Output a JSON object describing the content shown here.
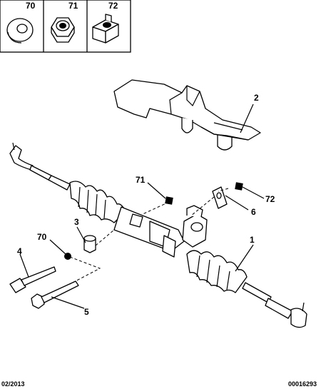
{
  "legend": {
    "items": [
      {
        "ref": "70",
        "icon": "washer-icon"
      },
      {
        "ref": "71",
        "icon": "hex-nut-icon"
      },
      {
        "ref": "72",
        "icon": "square-nut-icon"
      }
    ]
  },
  "callouts": {
    "c1": "1",
    "c2": "2",
    "c3": "3",
    "c4": "4",
    "c5": "5",
    "c6": "6",
    "c70": "70",
    "c71": "71",
    "c72": "72"
  },
  "footer": {
    "date": "02/2013",
    "code": "00016293"
  }
}
